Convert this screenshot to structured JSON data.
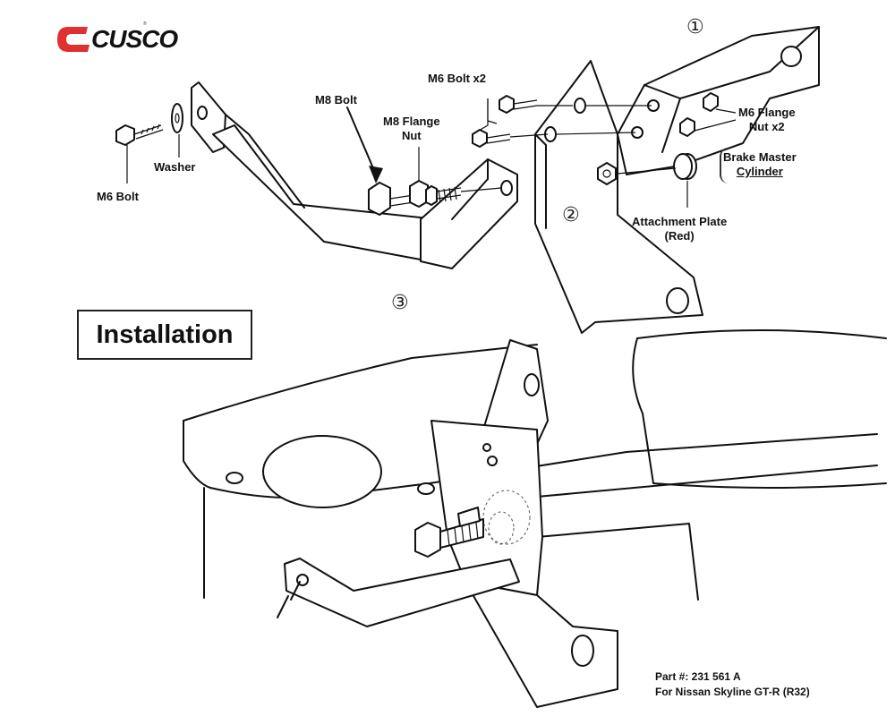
{
  "logo": {
    "text": "CUSCO",
    "tagline": "®",
    "brand_color": "#e03030"
  },
  "labels": {
    "m6_bolt_left": "M6 Bolt",
    "washer": "Washer",
    "m8_bolt": "M8 Bolt",
    "m8_flange_nut_line1": "M8 Flange",
    "m8_flange_nut_line2": "Nut",
    "m6_bolt_x2": "M6 Bolt x2",
    "m6_flange_nut_line1": "M6 Flange",
    "m6_flange_nut_line2": "Nut x2",
    "brake_master_line1": "Brake Master",
    "brake_master_line2": "Cylinder",
    "attachment_plate_line1": "Attachment Plate",
    "attachment_plate_line2": "(Red)"
  },
  "callouts": {
    "part_1": "①",
    "part_2": "②",
    "part_3": "③"
  },
  "heading": "Installation",
  "footer": {
    "part_number": "Part #: 231 561 A",
    "vehicle": "For Nissan Skyline GT-R (R32)"
  }
}
